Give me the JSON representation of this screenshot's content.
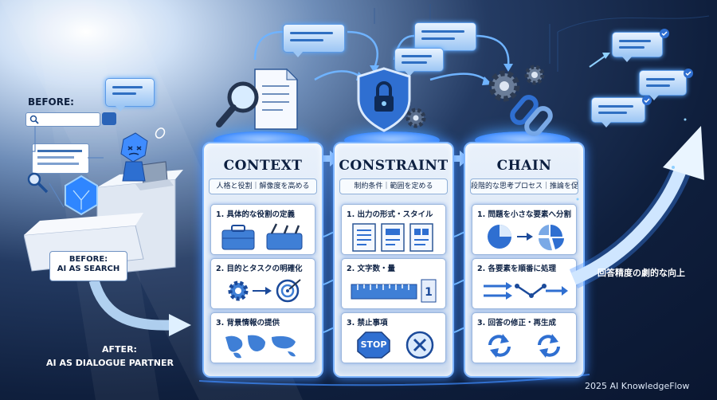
{
  "before": {
    "heading": "BEFORE:",
    "box_line1": "BEFORE:",
    "box_line2": "AI AS SEARCH"
  },
  "after": {
    "line1": "AFTER:",
    "line2": "AI AS DIALOGUE PARTNER"
  },
  "pillars": [
    {
      "title": "CONTEXT",
      "subtitle": "人格と役割｜解像度を高める",
      "items": [
        "1. 具体的な役割の定義",
        "2. 目的とタスクの明確化",
        "3. 背景情報の提供"
      ]
    },
    {
      "title": "CONSTRAINT",
      "subtitle": "制約条件｜範囲を定める",
      "items": [
        "1. 出力の形式・スタイル",
        "2. 文字数・量",
        "3. 禁止事項"
      ]
    },
    {
      "title": "CHAIN",
      "subtitle": "段階的な思考プロセス｜推論を促す",
      "items": [
        "1. 問題を小さな要素へ分割",
        "2. 各要素を順番に処理",
        "3. 回答の修正・再生成"
      ]
    }
  ],
  "stop_sign": "STOP",
  "result": "回答精度の劇的な向上",
  "footer": "2025 AI KnowledgeFlow",
  "colors": {
    "accent": "#3f8cff",
    "glow": "#8fd0ff",
    "navy": "#0c1f40"
  }
}
